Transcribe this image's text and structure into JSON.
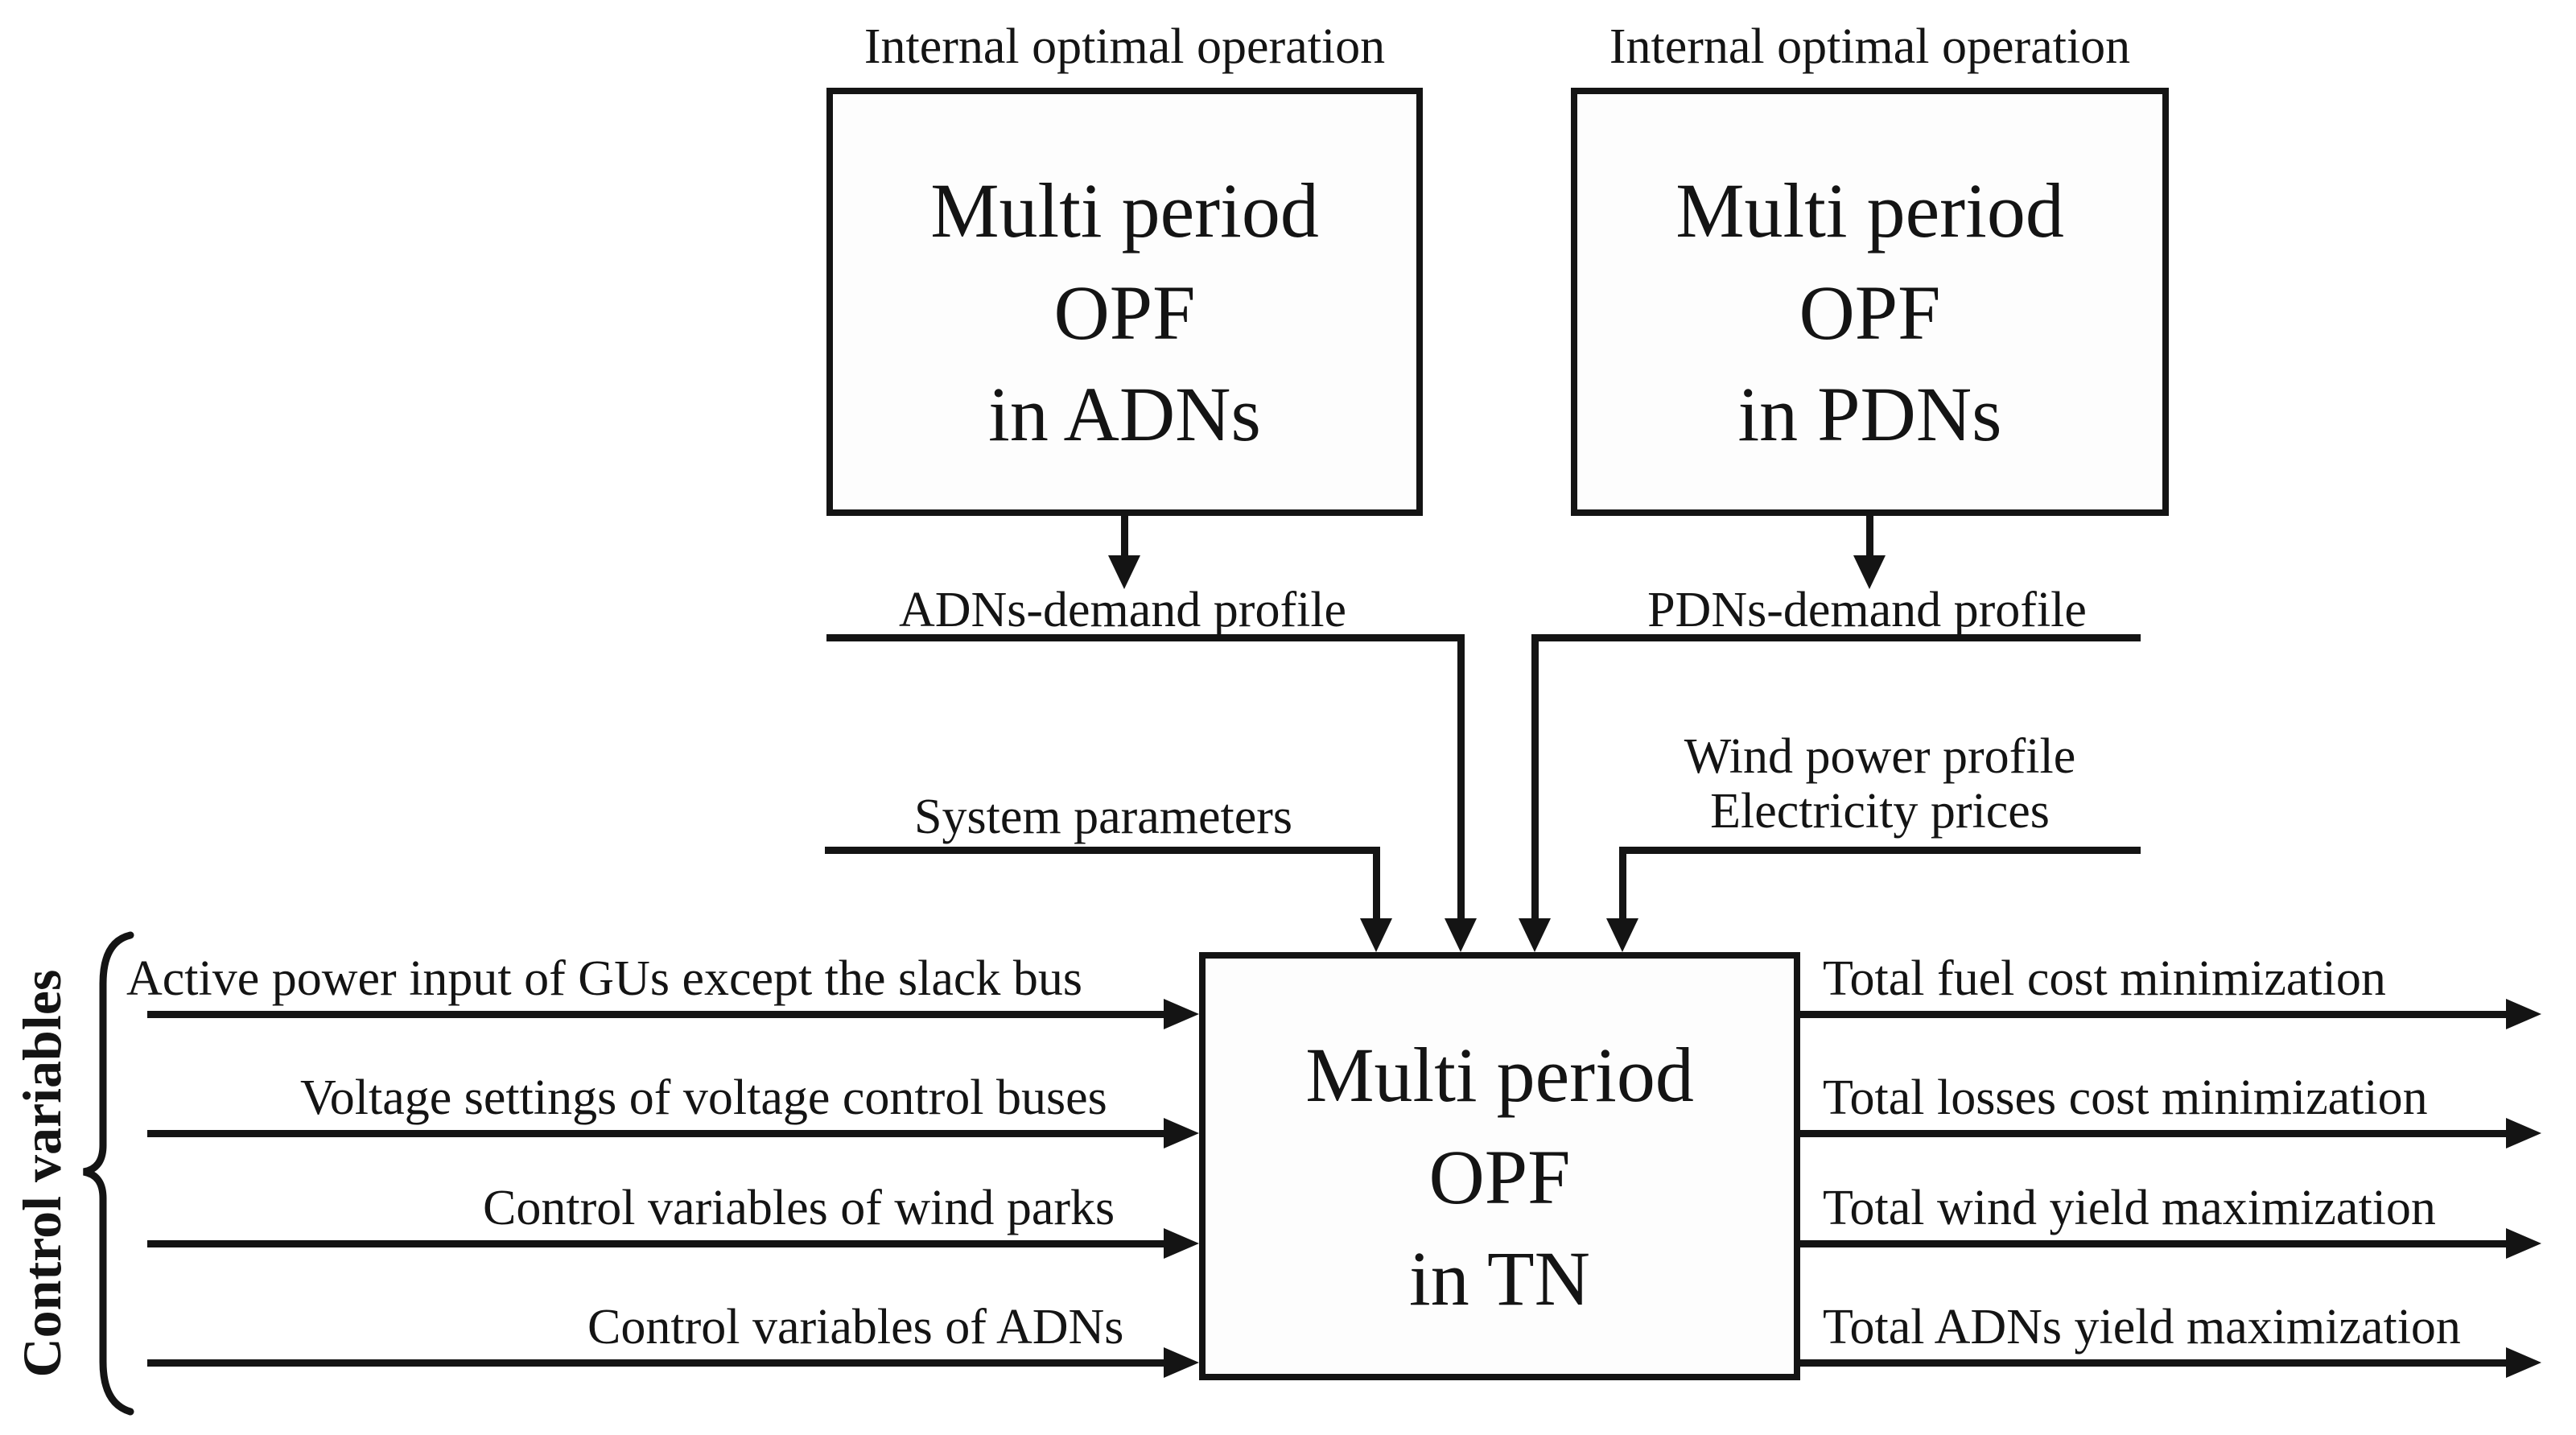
{
  "figure": {
    "top_boxes": [
      {
        "label_above": "Internal optimal operation",
        "title_lines": [
          "Multi period",
          "OPF",
          "in ADNs"
        ]
      },
      {
        "label_above": "Internal optimal operation",
        "title_lines": [
          "Multi period",
          "OPF",
          "in PDNs"
        ]
      }
    ],
    "center_box": {
      "title_lines": [
        "Multi period",
        "OPF",
        "in TN"
      ]
    },
    "mid_labels": {
      "adns_demand": "ADNs-demand profile",
      "pdns_demand": "PDNs-demand profile",
      "system_parameters": "System parameters",
      "wind_power_profile": "Wind power profile",
      "electricity_prices": "Electricity prices"
    },
    "left_group": {
      "brace_label": "Control variables",
      "inputs": [
        "Active power input of GUs except the slack bus",
        "Voltage settings of voltage control buses",
        "Control variables of wind parks",
        "Control variables of ADNs"
      ]
    },
    "outputs": [
      "Total fuel cost minimization",
      "Total losses cost minimization",
      "Total wind yield maximization",
      "Total ADNs yield maximization"
    ]
  },
  "colors": {
    "ink": "#141414",
    "background": "#ffffff",
    "box_fill": "#fdfdfd"
  }
}
